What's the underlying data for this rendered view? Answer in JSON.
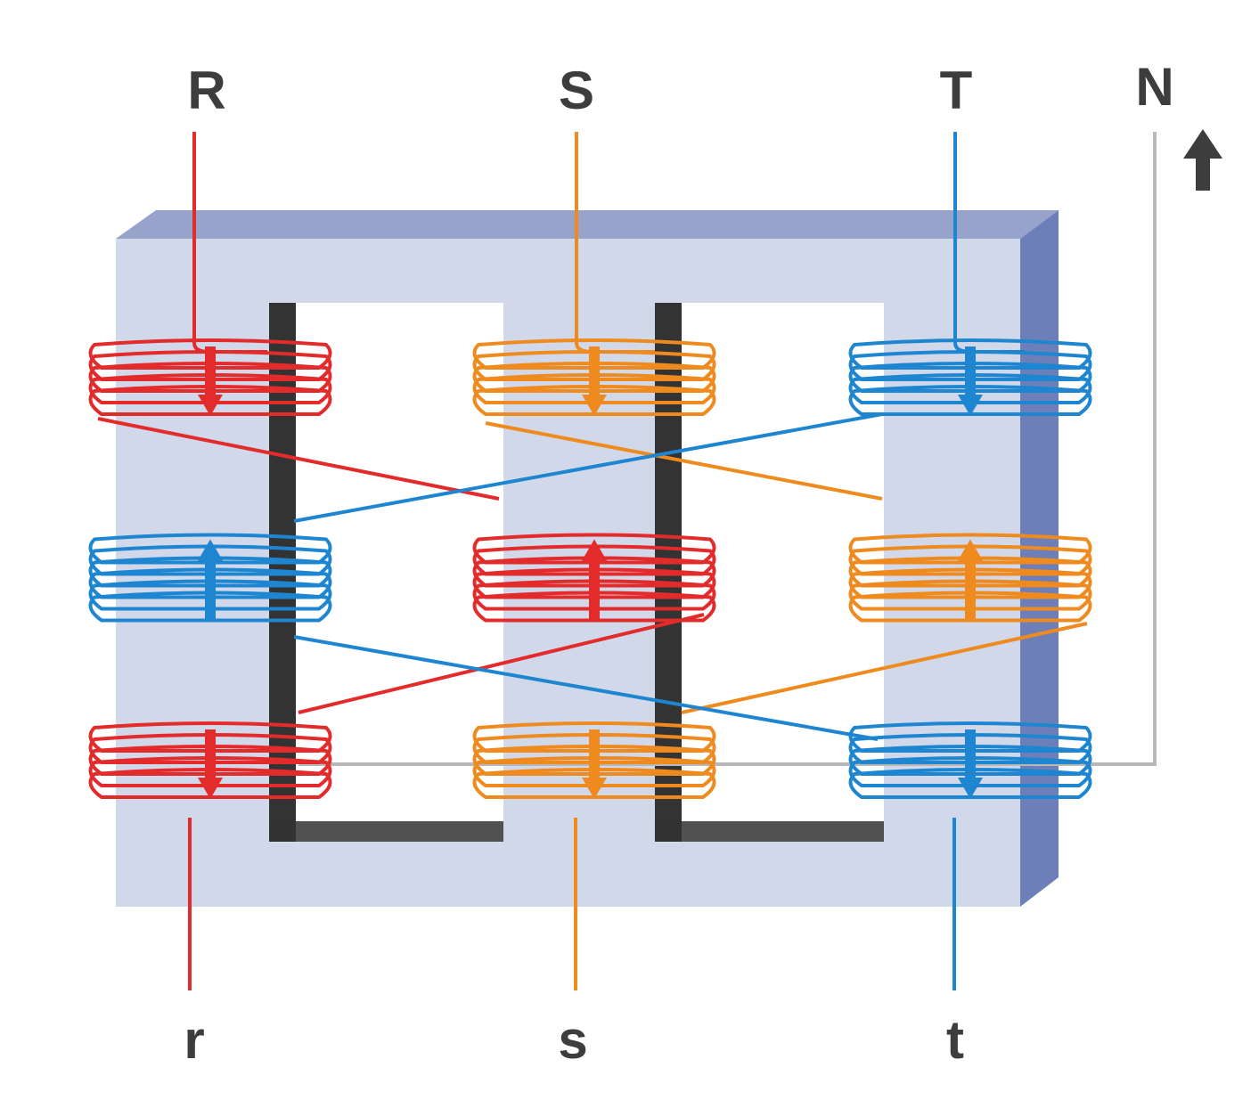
{
  "terminals": {
    "primary": {
      "R": "R",
      "S": "S",
      "T": "T",
      "N": "N"
    },
    "secondary": {
      "r": "r",
      "s": "s",
      "t": "t"
    }
  },
  "colors": {
    "phase_r": "#e32b2b",
    "phase_s": "#ef8a1f",
    "phase_t": "#1e86d0",
    "neutral": "#b8b8b8",
    "core_face": "#d0d8ea",
    "core_top": "#97a3cb",
    "core_side": "#6c7fb8",
    "core_window_edge": "#333333",
    "text": "#3d3d3d"
  },
  "coils": [
    {
      "limb": "left",
      "level": "top",
      "phase": "phase_r",
      "direction": "down"
    },
    {
      "limb": "left",
      "level": "middle",
      "phase": "phase_t",
      "direction": "up"
    },
    {
      "limb": "left",
      "level": "bottom",
      "phase": "phase_r",
      "direction": "down"
    },
    {
      "limb": "center",
      "level": "top",
      "phase": "phase_s",
      "direction": "down"
    },
    {
      "limb": "center",
      "level": "middle",
      "phase": "phase_r",
      "direction": "up"
    },
    {
      "limb": "center",
      "level": "bottom",
      "phase": "phase_s",
      "direction": "down"
    },
    {
      "limb": "right",
      "level": "top",
      "phase": "phase_t",
      "direction": "down"
    },
    {
      "limb": "right",
      "level": "middle",
      "phase": "phase_s",
      "direction": "up"
    },
    {
      "limb": "right",
      "level": "bottom",
      "phase": "phase_t",
      "direction": "down"
    }
  ],
  "neutral_current_direction": "up"
}
